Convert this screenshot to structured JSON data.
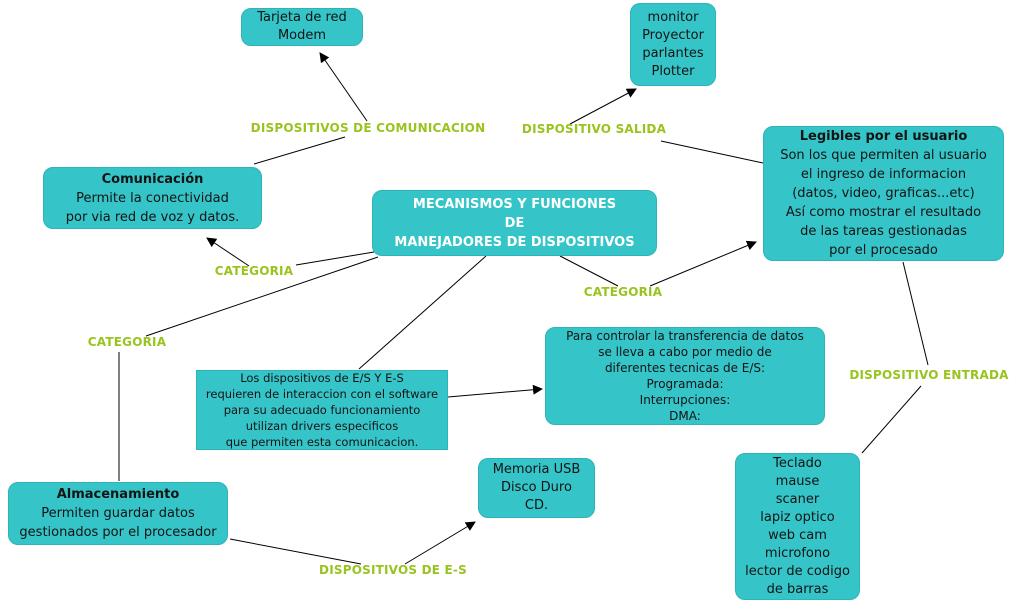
{
  "title": "Mapa conceptual de manejadores de dispositivos",
  "colors": {
    "node_fill": "#35c4c8",
    "node_border": "#2cb4b8",
    "label_green": "#99c31d",
    "central_text": "#ffffff",
    "node_text": "#141414",
    "connector": "#000000",
    "background": "#ffffff"
  },
  "nodes": {
    "central": {
      "text": "MECANISMOS Y FUNCIONES\nDE\nMANEJADORES DE DISPOSITIVOS"
    },
    "tarjeta": {
      "text": "Tarjeta de red\nModem"
    },
    "monitor": {
      "text": "monitor\nProyector\nparlantes\nPlotter"
    },
    "legibles": {
      "title": "Legibles por el usuario",
      "text": "Son los que permiten al usuario\nel ingreso de informacion\n(datos, video, graficas...etc)\nAsí como mostrar el resultado\nde las tareas gestionadas\npor el procesado"
    },
    "comunicacion": {
      "title": "Comunicación",
      "text": "Permite la conectividad\npor via red de voz y datos."
    },
    "es_drivers": {
      "text": "Los dispositivos de E/S Y E-S\nrequieren de interaccion con el software\npara su adecuado funcionamiento\nutilizan drivers especificos\nque permiten esta comunicacion."
    },
    "transferencia": {
      "text": "Para controlar la transferencia de datos\nse lleva a cabo por medio de\ndiferentes tecnicas de E/S:\nProgramada:\nInterrupciones:\nDMA:"
    },
    "memoria": {
      "text": "Memoria USB\nDisco Duro\nCD."
    },
    "almacenamiento": {
      "title": "Almacenamiento",
      "text": "Permiten guardar datos\ngestionados por el procesador"
    },
    "teclado": {
      "text": "Teclado\nmause\nscaner\nlapiz optico\nweb cam\nmicrofono\nlector de codigo\nde barras"
    }
  },
  "labels": {
    "dispositivos_comunicacion": "DISPOSITIVOS DE COMUNICACION",
    "dispositivo_salida": "DISPOSITIVO SALIDA",
    "categoria_1": "CATEGORIA",
    "categoria_2": "CATEGORIA",
    "categoria_3": "CATEGORIA",
    "dispositivo_entrada": "DISPOSITIVO ENTRADA",
    "dispositivos_es": "DISPOSITIVOS DE E-S"
  }
}
